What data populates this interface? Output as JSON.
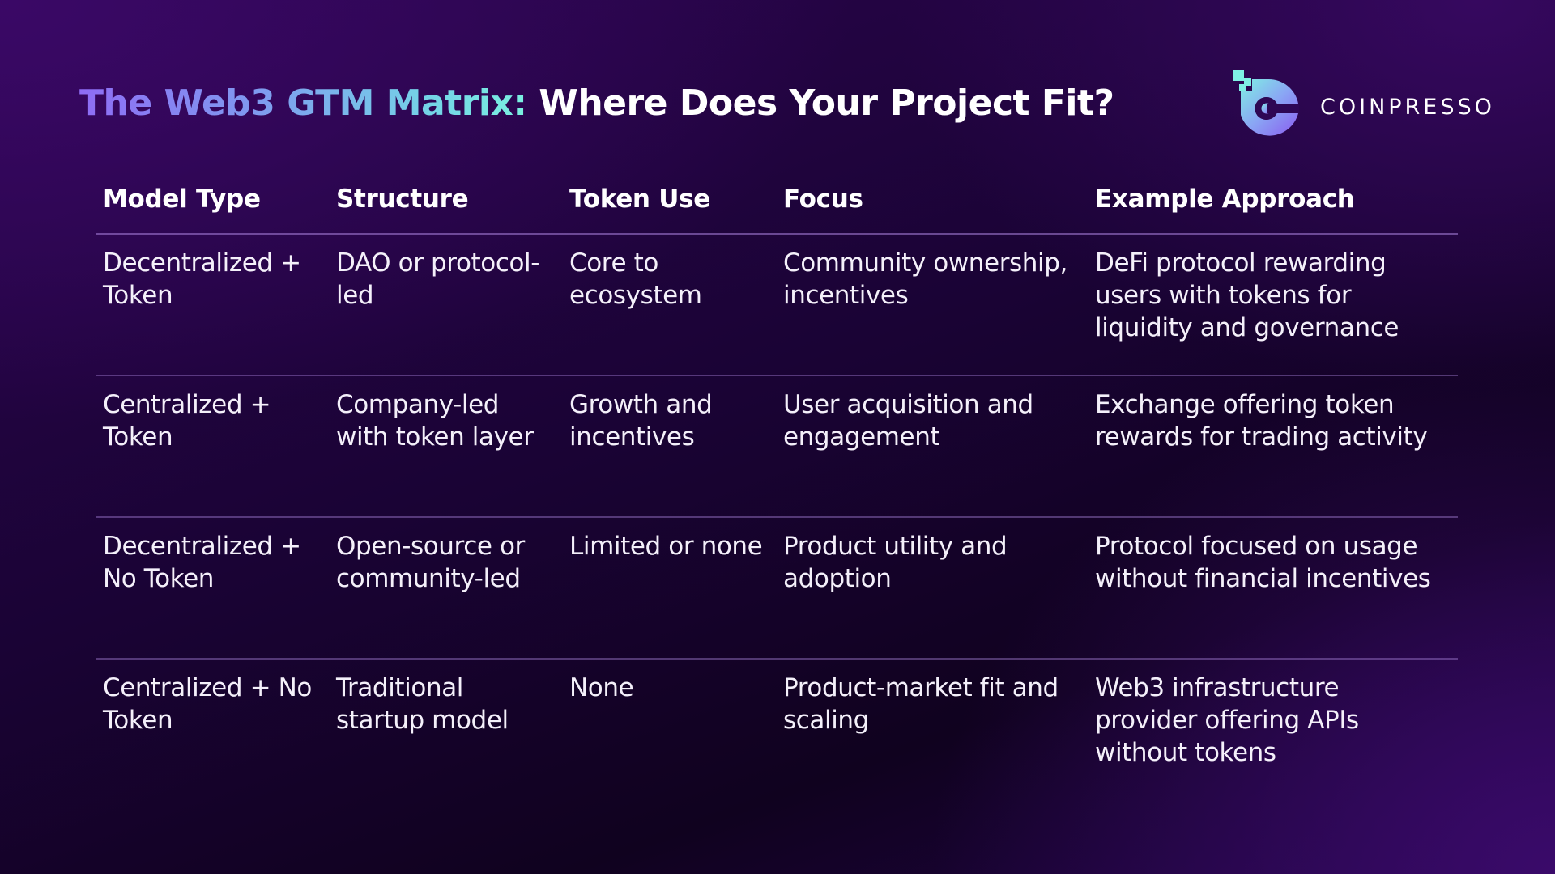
{
  "header": {
    "title_accent": "The Web3 GTM Matrix:",
    "title_rest": " Where Does Your Project Fit?",
    "accent_gradient": [
      "#8e6cf5",
      "#7f9bef",
      "#74d6e6",
      "#7af0e0"
    ]
  },
  "logo": {
    "icon": "coinpresso-logo-icon",
    "text": "COINPRESSO"
  },
  "table": {
    "columns": [
      "Model Type",
      "Structure",
      "Token Use",
      "Focus",
      "Example Approach"
    ],
    "rows": [
      [
        "Decentralized + Token",
        "DAO or protocol-led",
        "Core to ecosystem",
        "Community ownership, incentives",
        "DeFi protocol rewarding users with tokens for liquidity and governance"
      ],
      [
        "Centralized + Token",
        "Company-led with token layer",
        "Growth and incentives",
        "User acquisition and engagement",
        "Exchange offering token rewards for trading activity"
      ],
      [
        "Decentralized + No Token",
        "Open-source or community-led",
        "Limited or none",
        "Product utility and adoption",
        "Protocol focused on usage without financial incentives"
      ],
      [
        "Centralized + No Token",
        "Traditional startup model",
        "None",
        "Product-market fit and scaling",
        "Web3 infrastructure provider offering APIs without tokens"
      ]
    ]
  },
  "colors": {
    "background_top": "#2c054f",
    "background_bottom": "#10021f",
    "divider": "#9a78c8",
    "text": "#ffffff"
  }
}
